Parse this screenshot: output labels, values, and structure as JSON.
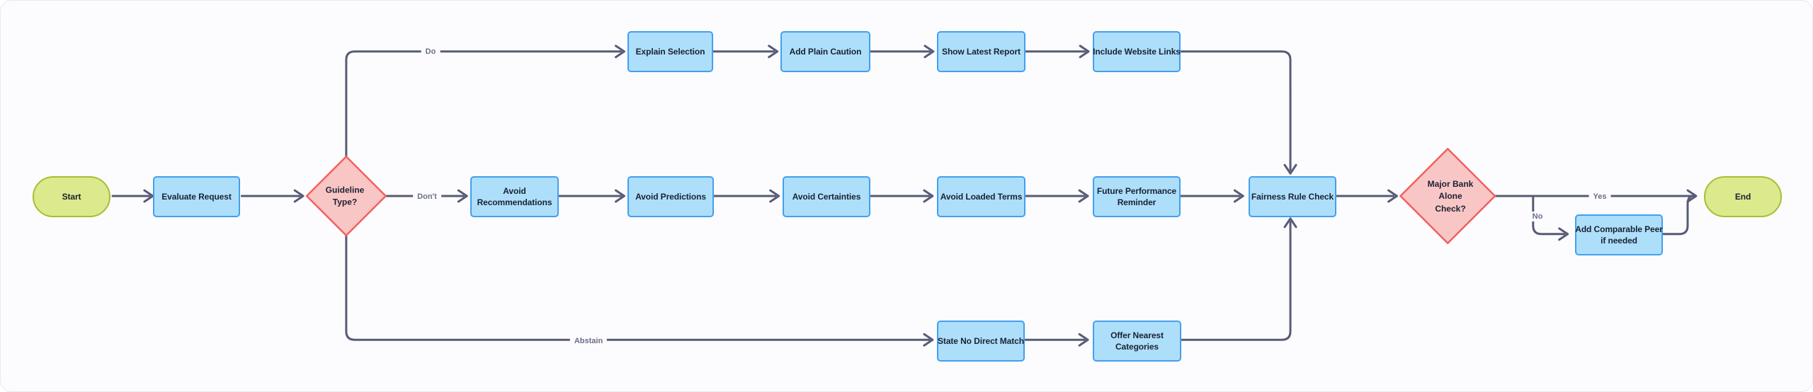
{
  "diagram": {
    "type": "flowchart",
    "direction": "left-to-right"
  },
  "nodes": {
    "start": {
      "label": "Start",
      "shape": "terminal"
    },
    "evaluate_request": {
      "label": "Evaluate Request",
      "shape": "process"
    },
    "guideline_type": {
      "label": "Guideline\nType?",
      "shape": "decision"
    },
    "explain_selection": {
      "label": "Explain Selection",
      "shape": "process"
    },
    "add_plain_caution": {
      "label": "Add Plain Caution",
      "shape": "process"
    },
    "show_latest_report": {
      "label": "Show Latest Report",
      "shape": "process"
    },
    "include_website_links": {
      "label": "Include Website Links",
      "shape": "process"
    },
    "avoid_recommendations": {
      "label": "Avoid\nRecommendations",
      "shape": "process"
    },
    "avoid_predictions": {
      "label": "Avoid Predictions",
      "shape": "process"
    },
    "avoid_certainties": {
      "label": "Avoid Certainties",
      "shape": "process"
    },
    "avoid_loaded_terms": {
      "label": "Avoid Loaded Terms",
      "shape": "process"
    },
    "future_performance_reminder": {
      "label": "Future Performance\nReminder",
      "shape": "process"
    },
    "fairness_rule_check": {
      "label": "Fairness Rule Check",
      "shape": "process"
    },
    "state_no_direct_match": {
      "label": "State No Direct Match",
      "shape": "process"
    },
    "offer_nearest_categories": {
      "label": "Offer Nearest\nCategories",
      "shape": "process"
    },
    "major_bank_alone_check": {
      "label": "Major Bank\nAlone\nCheck?",
      "shape": "decision"
    },
    "add_comparable_peer": {
      "label": "Add Comparable Peer\nif needed",
      "shape": "process"
    },
    "end": {
      "label": "End",
      "shape": "terminal"
    }
  },
  "edge_labels": {
    "do": "Do",
    "dont": "Don't",
    "abstain": "Abstain",
    "yes": "Yes",
    "no": "No"
  },
  "colors": {
    "edge": "#565b76",
    "process_fill": "#aedffa",
    "process_border": "#429fef",
    "terminal_fill": "#dcea8d",
    "terminal_border": "#a8bd33",
    "decision_fill": "#f9c6c6",
    "decision_border": "#f2605f",
    "node_text": "#1a2133",
    "edge_label_text": "#6a6e8a",
    "background": "#fcfcfe"
  }
}
